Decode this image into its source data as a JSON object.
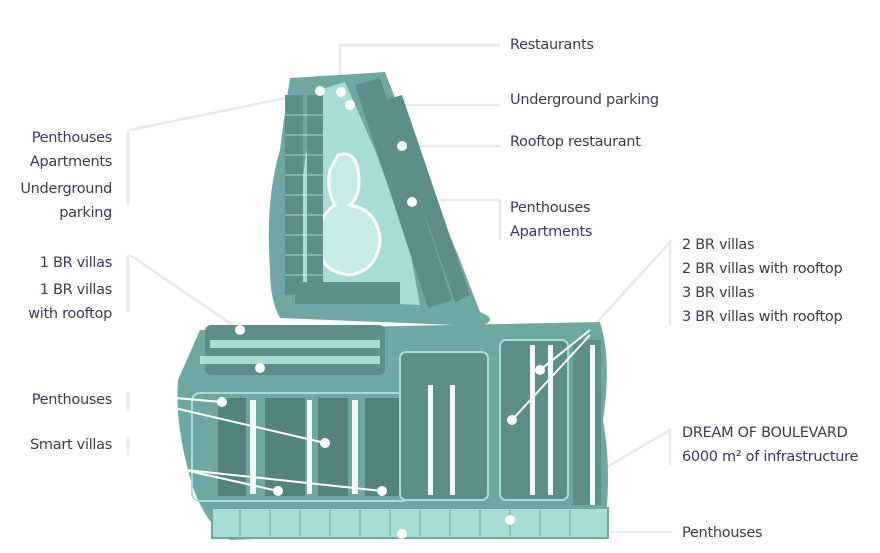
{
  "map": {
    "colors": {
      "base": "#6fa8a2",
      "road": "#7fb3ad",
      "light": "#a8dcd6",
      "dark": "#5e8e89",
      "pool": "#b8e6e0",
      "leader": "#e8ecec",
      "text": "#3a3a56"
    }
  },
  "labels_left": {
    "group1": [
      "Penthouses",
      "Apartments",
      "Underground",
      "parking"
    ],
    "group2": [
      "1 BR villas",
      "1 BR villas",
      "with rooftop"
    ],
    "group3": [
      "Penthouses"
    ],
    "group4": [
      "Smart villas"
    ]
  },
  "labels_right": {
    "restaurants": "Restaurants",
    "underground_parking": "Underground parking",
    "rooftop_restaurant": "Rooftop restaurant",
    "group_pa": [
      "Penthouses",
      "Apartments"
    ],
    "group_villas": [
      "2 BR villas",
      "2 BR villas with rooftop",
      "3 BR villas",
      "3 BR villas with rooftop"
    ],
    "boulevard": [
      "DREAM OF BOULEVARD",
      "6000 m² of infrastructure"
    ],
    "penthouses_bottom": "Penthouses"
  }
}
